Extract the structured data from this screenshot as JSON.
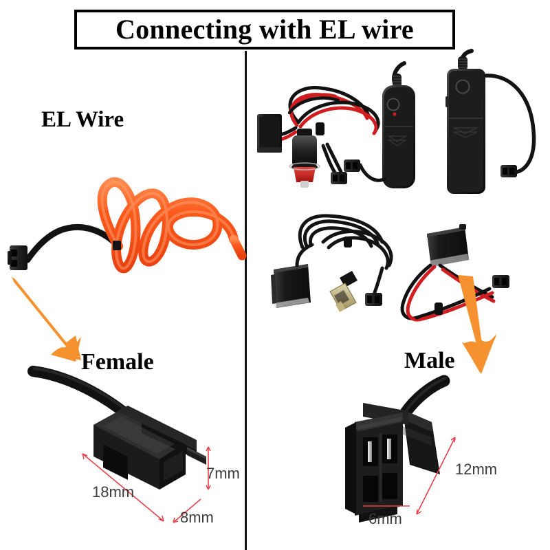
{
  "header": {
    "title": "Connecting with EL wire"
  },
  "left_panel": {
    "el_wire_label": "EL Wire",
    "female_label": "Female",
    "female_dimensions": [
      {
        "name": "length",
        "value": "18mm"
      },
      {
        "name": "width",
        "value": "8mm"
      },
      {
        "name": "height",
        "value": "7mm"
      }
    ]
  },
  "right_panel": {
    "male_label": "Male",
    "male_dimensions": [
      {
        "name": "length",
        "value": "12mm"
      },
      {
        "name": "width",
        "value": "6mm"
      }
    ]
  },
  "colors": {
    "arrow_orange": "#F5922F",
    "el_wire_orange": "#FA5A1E",
    "dimension_red": "#E8414B",
    "connector_black": "#1a1a1a",
    "wire_red": "#D81F22",
    "border_black": "#000000",
    "led_red": "#C8202A",
    "usb_gold": "#C9B87A"
  },
  "products": [
    {
      "name": "car-charger-inverter"
    },
    {
      "name": "battery-inverter-small"
    },
    {
      "name": "battery-inverter-large"
    },
    {
      "name": "usb-inverter"
    },
    {
      "name": "dc12v-inverter"
    },
    {
      "name": "el-wire-coil"
    },
    {
      "name": "female-connector-closeup"
    },
    {
      "name": "male-connector-closeup"
    }
  ]
}
